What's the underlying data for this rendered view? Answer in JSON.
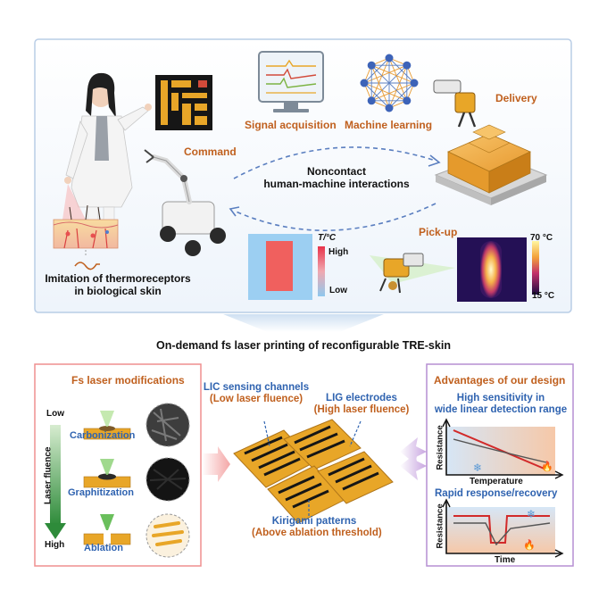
{
  "colors": {
    "orange_text": "#c0601e",
    "blue_text": "#2f63b0",
    "top_panel_border": "#b9cde6",
    "left_panel_border": "#ef8f8f",
    "right_panel_border": "#b68fd2",
    "gold": "#e8a628",
    "gold_dark": "#b0761a",
    "circuit_black": "#161616"
  },
  "top": {
    "command": "Command",
    "signal_acquisition": "Signal acquisition",
    "machine_learning": "Machine learning",
    "delivery": "Delivery",
    "noncontact_line1": "Noncontact",
    "noncontact_line2": "human-machine interactions",
    "pick_up": "Pick-up",
    "temp_axis_label": "T/°C",
    "temp_high": "High",
    "temp_low": "Low",
    "thermal_max": "70 °C",
    "thermal_min": "15 °C",
    "imitation_line1": "Imitation of thermoreceptors",
    "imitation_line2": "in biological skin"
  },
  "middle_title": "On-demand fs laser printing of reconfigurable TRE-skin",
  "left": {
    "title": "Fs laser modifications",
    "low": "Low",
    "high": "High",
    "axis": "Laser fluence",
    "carbonization": "Carbonization",
    "graphitization": "Graphitization",
    "ablation": "Ablation"
  },
  "center": {
    "lic_line1": "LIC sensing channels",
    "lic_line2": "(Low laser fluence)",
    "lig_line1": "LIG electrodes",
    "lig_line2": "(High laser fluence)",
    "kirigami_line1": "Kirigami patterns",
    "kirigami_line2": "(Above ablation threshold)"
  },
  "right": {
    "title": "Advantages of our design",
    "sens_line1": "High sensitivity in",
    "sens_line2": "wide linear detection range",
    "chart1_ylabel": "Resistance",
    "chart1_xlabel": "Temperature",
    "rapid": "Rapid response/recovery",
    "chart2_ylabel": "Resistance",
    "chart2_xlabel": "Time"
  }
}
